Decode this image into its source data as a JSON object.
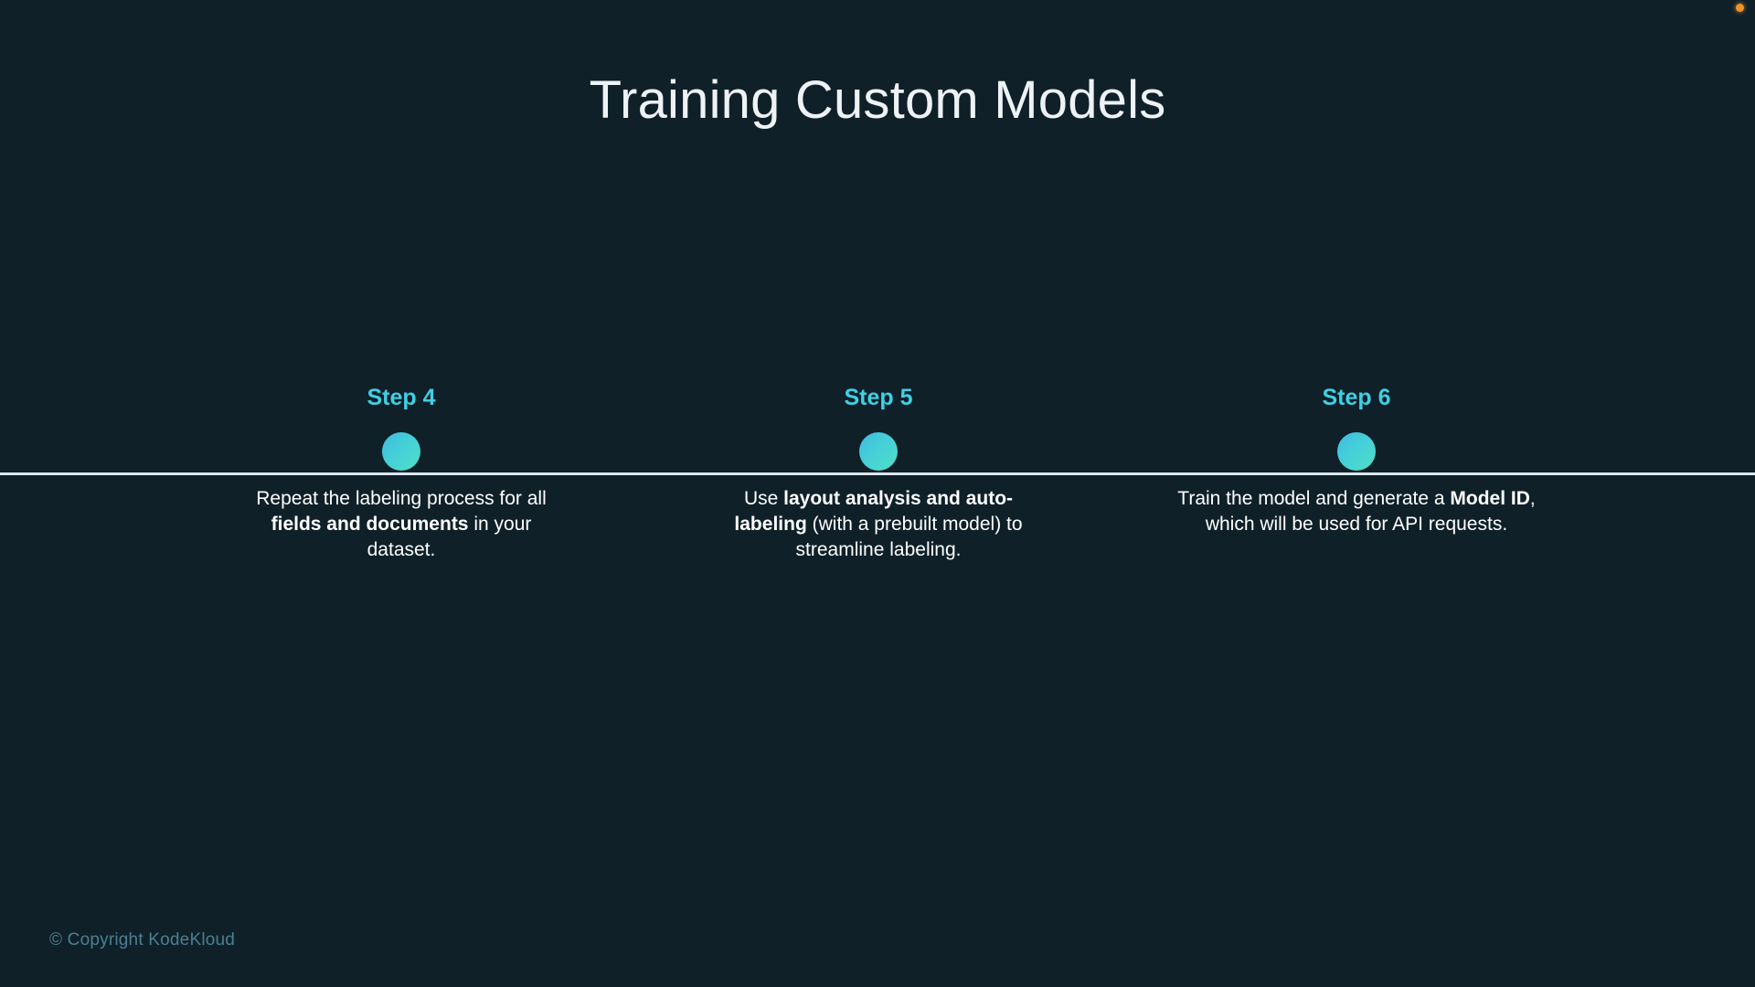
{
  "slide": {
    "title": "Training Custom Models",
    "background_color": "#0f2029",
    "accent_color": "#3fd0e3",
    "text_color": "#ffffff",
    "status_dot_color": "#f0922b",
    "timeline_line_color": "#dde7ee"
  },
  "steps": [
    {
      "label": "Step 4",
      "description_parts": [
        {
          "text": "Repeat the labeling process for all ",
          "bold": false
        },
        {
          "text": "fields and documents",
          "bold": true
        },
        {
          "text": " in your dataset.",
          "bold": false
        }
      ],
      "description_plain": "Repeat the labeling process for all fields and documents in your dataset."
    },
    {
      "label": "Step 5",
      "description_parts": [
        {
          "text": "Use ",
          "bold": false
        },
        {
          "text": "layout analysis and auto-labeling",
          "bold": true
        },
        {
          "text": " (with a prebuilt model) to streamline labeling.",
          "bold": false
        }
      ],
      "description_plain": "Use layout analysis and auto-labeling (with a prebuilt model) to streamline labeling."
    },
    {
      "label": "Step 6",
      "description_parts": [
        {
          "text": "Train the model and generate a ",
          "bold": false
        },
        {
          "text": "Model ID",
          "bold": true
        },
        {
          "text": ", which will be used for API requests.",
          "bold": false
        }
      ],
      "description_plain": "Train the model and generate a Model ID, which will be used for API requests."
    }
  ],
  "footer": {
    "copyright": "© Copyright KodeKloud"
  }
}
